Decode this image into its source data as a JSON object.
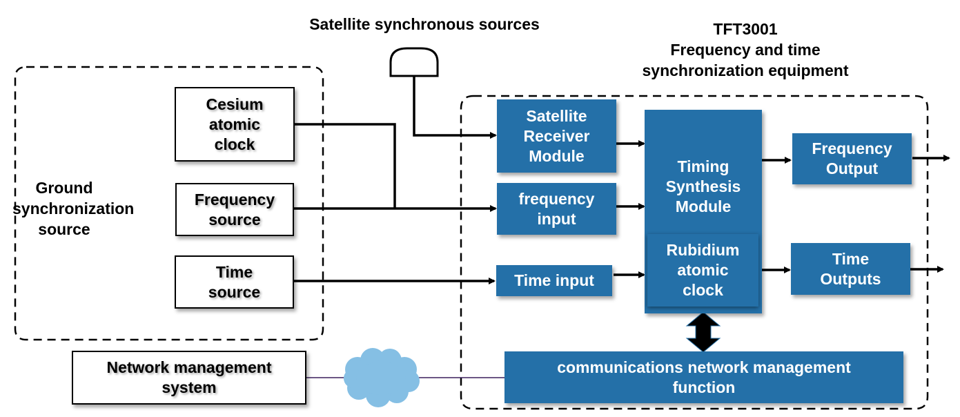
{
  "titles": {
    "satellite_sources": "Satellite synchronous sources",
    "equipment_model": "TFT3001",
    "equipment_line1": "Frequency and time",
    "equipment_line2": "synchronization equipment",
    "ground_line1": "Ground",
    "ground_line2": "synchronization",
    "ground_line3": "source"
  },
  "ground_sources": {
    "cesium": [
      "Cesium",
      "atomic",
      "clock"
    ],
    "frequency": [
      "Frequency",
      "source"
    ],
    "time": [
      "Time",
      "source"
    ]
  },
  "network_management": [
    "Network management",
    "system"
  ],
  "modules": {
    "satellite_receiver": [
      "Satellite",
      "Receiver",
      "Module"
    ],
    "frequency_input": [
      "frequency",
      "input"
    ],
    "time_input": "Time input",
    "timing_synthesis": [
      "Timing",
      "Synthesis",
      "Module"
    ],
    "rubidium": [
      "Rubidium",
      "atomic",
      "clock"
    ],
    "frequency_output": [
      "Frequency",
      "Output"
    ],
    "time_outputs": [
      "Time",
      "Outputs"
    ],
    "comm_network": [
      "communications network management",
      "function"
    ]
  },
  "colors": {
    "module_fill": "#2470a8",
    "cloud_fill": "#85bfe4",
    "link_line": "#3a1f5c"
  }
}
